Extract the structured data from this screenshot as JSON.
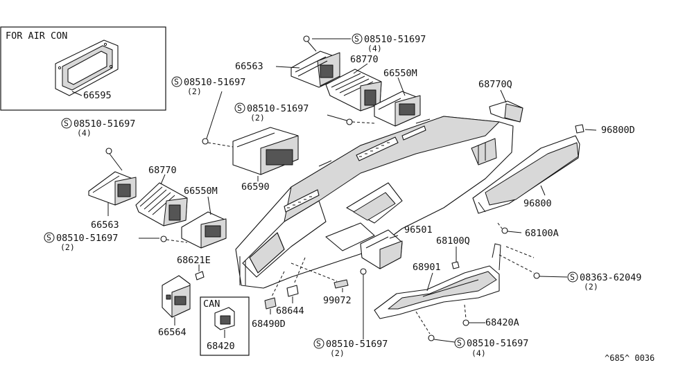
{
  "boxes": {
    "for_air_con": "FOR AIR CON",
    "can": "CAN"
  },
  "labels": {
    "p66595": "66595",
    "p66563_top": "66563",
    "p66563_left": "66563",
    "p68770_top": "68770",
    "p68770_left": "68770",
    "p66550m_top": "66550M",
    "p66550m_left": "66550M",
    "p66590": "66590",
    "p68770q": "68770Q",
    "p96800d": "96800D",
    "p96800": "96800",
    "p68100a": "68100A",
    "p96501": "96501",
    "p68100q": "68100Q",
    "p68901": "68901",
    "p68621e": "68621E",
    "p66564": "66564",
    "p68420": "68420",
    "p68490d": "68490D",
    "p68644": "68644",
    "p99072": "99072",
    "p68420a": "68420A"
  },
  "screws": {
    "s1": {
      "symbol": "S",
      "part": "08510-51697",
      "qty": "(4)"
    },
    "s2": {
      "symbol": "S",
      "part": "08510-51697",
      "qty": "(2)"
    },
    "s3": {
      "symbol": "S",
      "part": "08510-51697",
      "qty": "(2)"
    },
    "s4": {
      "symbol": "S",
      "part": "08510-51697",
      "qty": "(4)"
    },
    "s5": {
      "symbol": "S",
      "part": "08510-51697",
      "qty": "(2)"
    },
    "s6": {
      "symbol": "S",
      "part": "08363-62049",
      "qty": "(2)"
    },
    "s7": {
      "symbol": "S",
      "part": "08510-51697",
      "qty": "(2)"
    },
    "s8": {
      "symbol": "S",
      "part": "08510-51697",
      "qty": "(4)"
    }
  },
  "footer": {
    "reference": "^685^ 0036"
  }
}
